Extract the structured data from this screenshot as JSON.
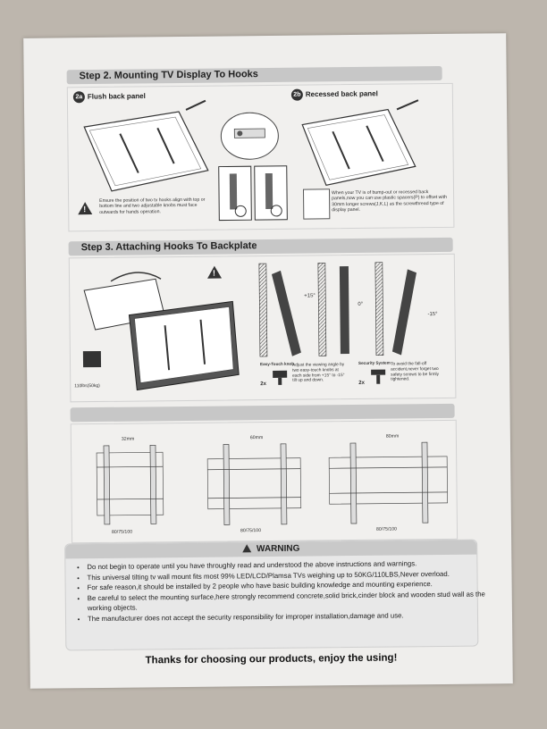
{
  "step2": {
    "title": "Step 2. Mounting TV Display To Hooks",
    "flush": {
      "badge": "2a",
      "label": "Flush back panel"
    },
    "recessed": {
      "badge": "2b",
      "label": "Recessed back panel"
    },
    "note_left": "Ensure the position of two tv hooks align with top or bottom line and two adjustable knobs must face outwards for hands operation.",
    "note_right": "When your TV is of bump-out or recessed back panels,now you can use plastic spacers(P) to offset with 30mm longer screws(J,K,L) as the screwthread type of display panel."
  },
  "step3": {
    "title": "Step 3. Attaching Hooks To Backplate",
    "angle_plus": "+15°",
    "angle_zero": "0°",
    "angle_minus": "-15°",
    "weight": "110lbs(50kg)",
    "easy_touch_label": "Easy-Touch knob",
    "easy_touch_qty": "2x",
    "easy_touch_text": "Adjust the viewing angle by two easy-touch knobs at each side from +15° to -15° tilt up and down.",
    "security_label": "Security System",
    "security_qty": "2x",
    "security_text": "To avoid the fall-off accident,never forget two safety screws to be firmly tightened."
  },
  "dimensions": {
    "d1_top": "32mm",
    "d1_bottom": "80/75/100",
    "d2_top": "60mm",
    "d2_bottom": "80/75/100",
    "d3_top": "80mm",
    "d3_bottom": "80/75/100"
  },
  "warning": {
    "title": "WARNING",
    "items": [
      "Do not begin to operate until you have throughly read and understood the above instructions and warnings.",
      "This universal tilting tv wall mount fits most 99% LED/LCD/Plamsa TVs weighing up to 50KG/110LBS,Never overload.",
      "For safe reason,it should be installed by 2 people who have basic building knowledge and mounting experience.",
      "Be careful to select the mounting surface,here strongly recommend concrete,solid brick,cinder block and wooden stud wall as the working objects.",
      "The manufacturer does not accept the security responsibility for improper installation,damage and use."
    ]
  },
  "thanks": "Thanks for choosing our products, enjoy the using!"
}
